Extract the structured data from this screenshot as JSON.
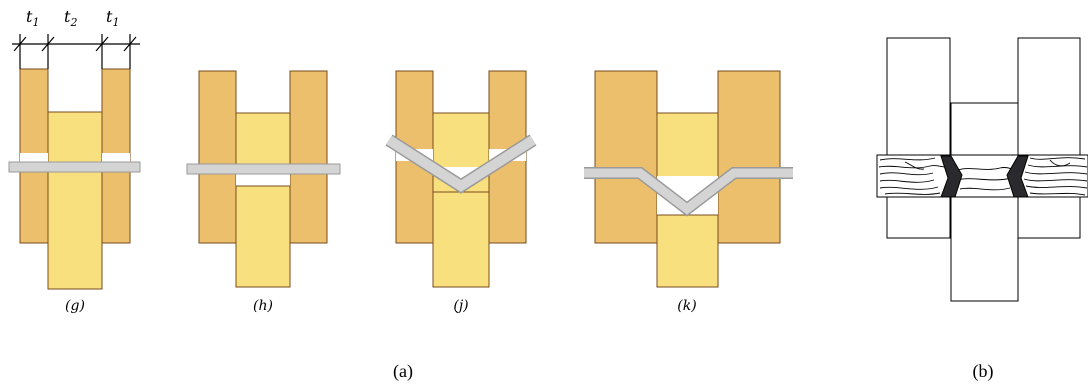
{
  "dimension_labels": {
    "t1_left": "t",
    "t1_left_sub": "1",
    "t2": "t",
    "t2_sub": "2",
    "t1_right": "t",
    "t1_right_sub": "1"
  },
  "subfigure_labels": {
    "g": "(g)",
    "h": "(h)",
    "j": "(j)",
    "k": "(k)"
  },
  "panel_labels": {
    "a": "(a)",
    "b": "(b)"
  },
  "colors": {
    "side_member": "#ECBF6C",
    "center_member": "#F8E07E",
    "member_stroke": "#7A4B1E",
    "fastener": "#D4D4D4",
    "fastener_stroke": "#9A9A9A",
    "line": "#000000",
    "crushed_wood": "#2A2A2E"
  }
}
